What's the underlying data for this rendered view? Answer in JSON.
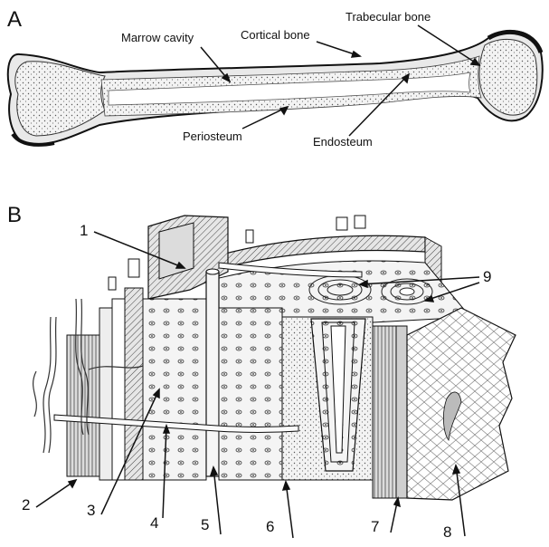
{
  "panel_a": {
    "letter": "A",
    "labels": {
      "marrow_cavity": "Marrow cavity",
      "cortical_bone": "Cortical bone",
      "trabecular_bone": "Trabecular bone",
      "periosteum": "Periosteum",
      "endosteum": "Endosteum"
    }
  },
  "panel_b": {
    "letter": "B",
    "numbers": [
      "1",
      "2",
      "3",
      "4",
      "5",
      "6",
      "7",
      "8",
      "9"
    ]
  },
  "colors": {
    "ink": "#111111",
    "bone_fill": "#e9e9e9",
    "cavity_fill": "#ffffff",
    "background": "#ffffff"
  }
}
